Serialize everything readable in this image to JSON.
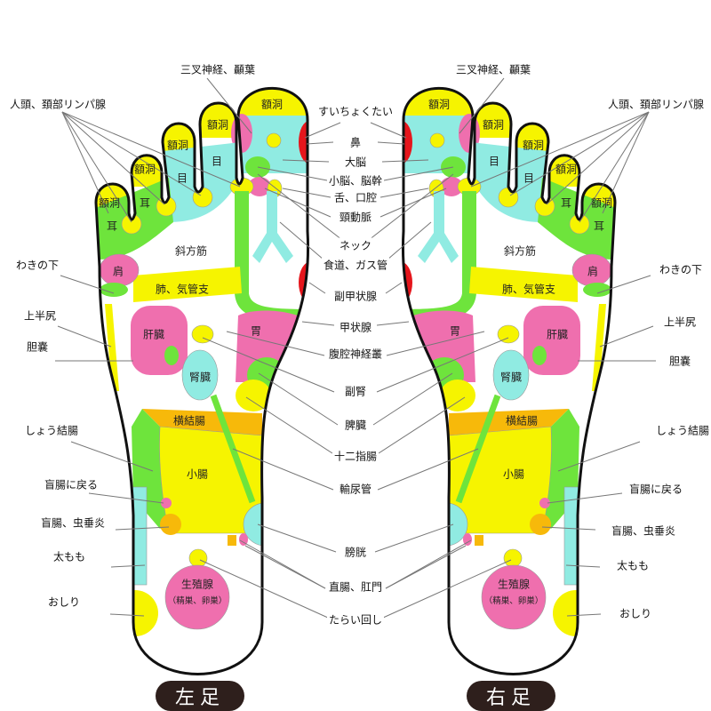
{
  "colors": {
    "yellow": "#f6f400",
    "cyan": "#90ebe2",
    "green": "#6ee43c",
    "pink": "#ef6fae",
    "red": "#e5161c",
    "orange": "#f7b90a",
    "outline": "#111111",
    "badge": "#2e1f1c"
  },
  "center_labels": [
    "すいちょくたい",
    "鼻",
    "大脳",
    "小脳、脳幹",
    "舌、口腔",
    "頸動脈",
    "ネック",
    "食道、ガス管",
    "副甲状腺",
    "甲状腺",
    "腹腔神経叢",
    "副腎",
    "脾臓",
    "十二指腸",
    "輸尿管",
    "膀胱",
    "直腸、肛門",
    "たらい回し"
  ],
  "side_labels": {
    "trigeminal": "三叉神経、顳葉",
    "lymph": "人頭、頚部リンパ腺",
    "armpit": "わきの下",
    "upper_hip": "上半尻",
    "gallbladder": "胆嚢",
    "colon": "しょう結腸",
    "cecum_return": "盲腸に戻る",
    "appendix": "盲腸、虫垂炎",
    "thigh": "太もも",
    "buttock": "おしり"
  },
  "regions": {
    "sinus": "額洞",
    "eye": "目",
    "ear": "耳",
    "trapezius": "斜方筋",
    "shoulder": "肩",
    "lung": "肺、気管支",
    "liver": "肝臓",
    "stomach": "胃",
    "kidney": "腎臓",
    "transverse_colon": "横結腸",
    "small_intestine": "小腸",
    "gonad": "生殖腺",
    "gonad_sub": "（精巣、卵巣）"
  },
  "feet": {
    "left": "左足",
    "right": "右足"
  }
}
